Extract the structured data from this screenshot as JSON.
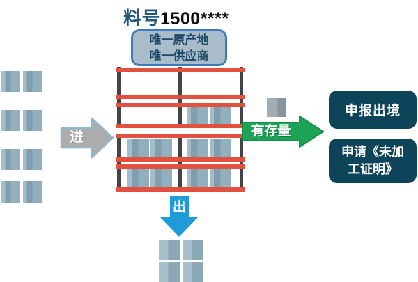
{
  "title": {
    "label": "料号",
    "number": "1500****"
  },
  "info_box": {
    "line1": "唯一原产地",
    "line2": "唯一供应商"
  },
  "flow": {
    "in_arrow_label": "进",
    "out_arrow_label": "出",
    "stock_arrow_label": "有存量"
  },
  "actions": {
    "declare_exit": "申报出境",
    "apply_cert_line1": "申请《未加",
    "apply_cert_line2": "工证明》"
  },
  "colors": {
    "beam_red": "#e2503f",
    "post_gray": "#434449",
    "box_light": "#a5bdc9",
    "box_dark": "#7f9fb0",
    "box_mid": "#91afbd",
    "in_arrow_fill": "#acacac",
    "in_arrow_border": "#8fb7cd",
    "out_arrow_blue": "#1f9bd7",
    "stock_arrow_green": "#1da355",
    "stock_arrow_border": "#0e9148",
    "action_box_navy": "#0e4459",
    "info_box_fill": "#a8bcca",
    "info_box_border": "#3d7cb8",
    "info_text_navy": "#1c4866",
    "title_label_blue": "#20587a"
  }
}
